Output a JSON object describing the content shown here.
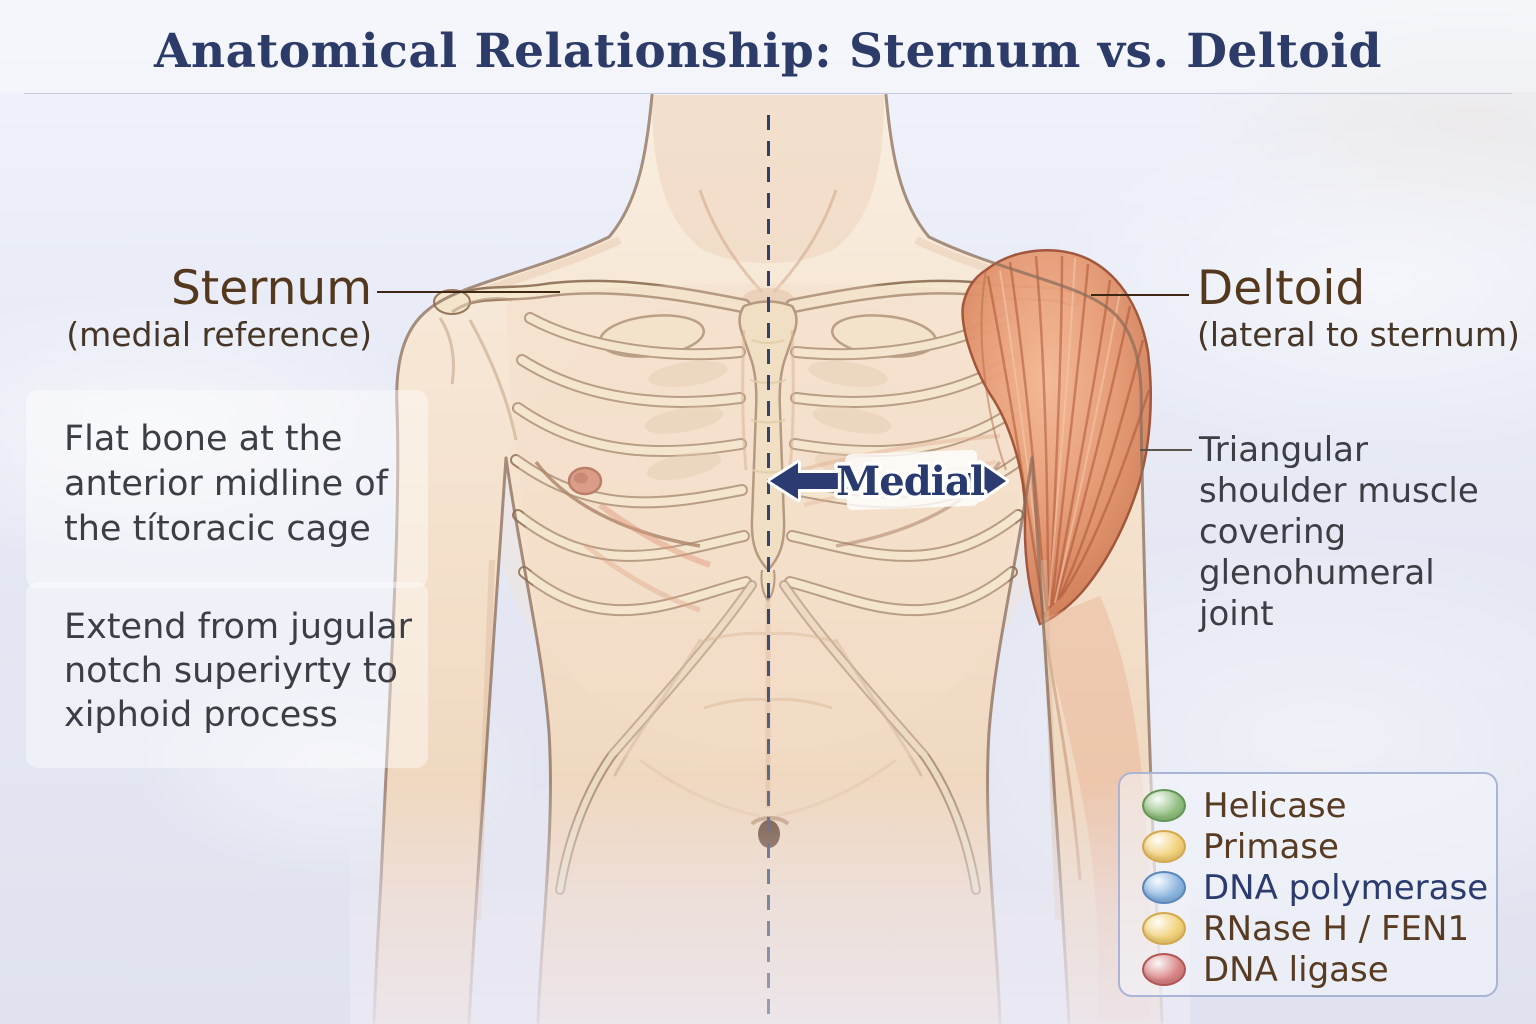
{
  "title": "Anatomical Relationship: Sternum vs. Deltoid",
  "sternum": {
    "label": "Sternum",
    "sublabel": "(medial reference)",
    "description_1": "Flat bone at the\nanterior midline of\nthe títoracic cage",
    "description_2": "Extend from jugular\nnotch superiyrty to\nxiphoid process"
  },
  "deltoid": {
    "label": "Deltoid",
    "sublabel": "(lateral to sternum)",
    "description": "Triangular\nshoulder muscle\ncovering glenohumeral\njoint"
  },
  "midline": {
    "arrow_label": "Medial"
  },
  "legend": {
    "items": [
      {
        "label": "Helicase",
        "color": "#8fbe7d",
        "border": "#639555",
        "text_color": "#573b22"
      },
      {
        "label": "Primase",
        "color": "#f2d077",
        "border": "#d2a84b",
        "text_color": "#573b22"
      },
      {
        "label": "DNA polymerase",
        "color": "#8ab5e0",
        "border": "#5a86ba",
        "text_color": "#2b3b6e"
      },
      {
        "label": "RNase H / FEN1",
        "color": "#f2d077",
        "border": "#d2a84b",
        "text_color": "#573b22"
      },
      {
        "label": "DNA ligase",
        "color": "#d98383",
        "border": "#b25454",
        "text_color": "#573b22"
      }
    ]
  },
  "colors": {
    "title": "#2c3b68",
    "label_brown": "#54381e",
    "body_text": "#3d3d44",
    "navy_accent": "#2c3c72",
    "leader_line": "#3f2813",
    "deltoid_muscle": "#e69a74",
    "skin": "#f3dfc9",
    "bone": "#f1e2c2",
    "legend_border": "#a9b4d6"
  }
}
